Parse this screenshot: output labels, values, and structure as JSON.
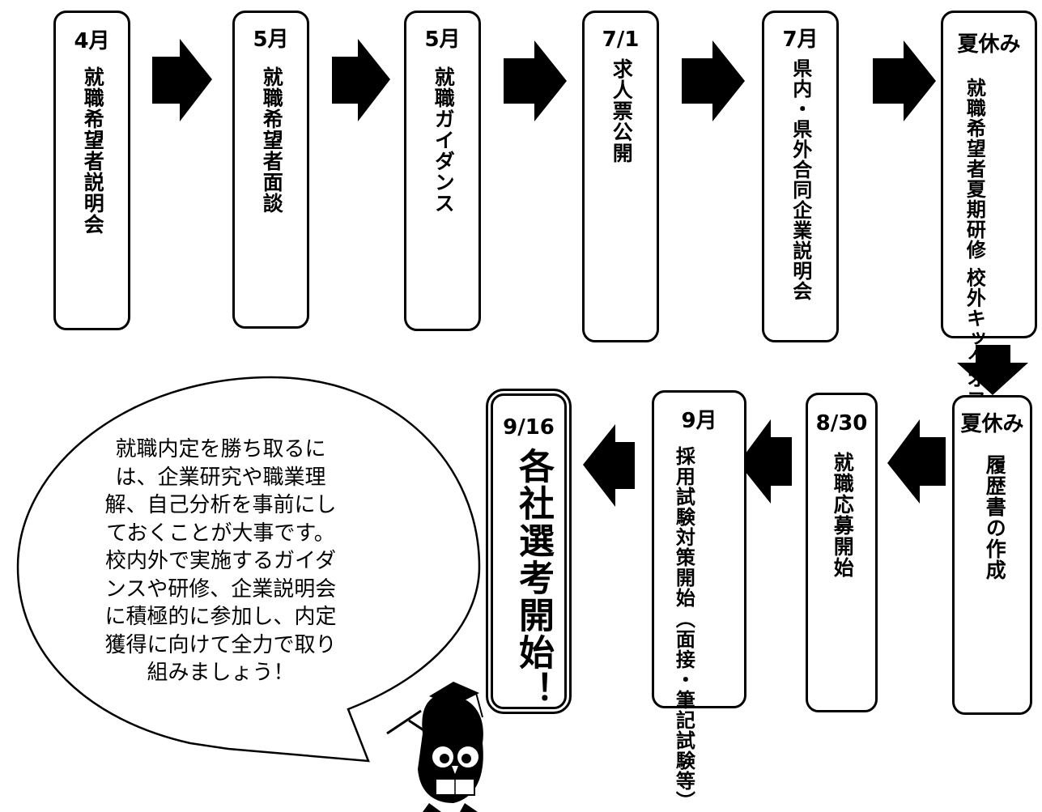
{
  "steps": [
    {
      "when": "4月",
      "text": [
        "就職希望者説明会"
      ]
    },
    {
      "when": "5月",
      "text": [
        "就職希望者面談"
      ]
    },
    {
      "when": "5月",
      "text": [
        "就職ガイダンス"
      ]
    },
    {
      "when": "7/1",
      "text": [
        "求人票公開"
      ]
    },
    {
      "when": "7月",
      "text": [
        "県内・県外合同企業説明会"
      ]
    },
    {
      "when": "夏休み",
      "text": [
        "就職希望者夏期研修",
        "校外キックオフ研修"
      ]
    },
    {
      "when": "夏休み",
      "text": [
        "履歴書の作成"
      ]
    },
    {
      "when": "8/30",
      "text": [
        "就職応募開始"
      ]
    },
    {
      "when": "9月",
      "text": [
        "採用試験対策開始",
        "（面接・筆記試験等）"
      ]
    },
    {
      "when": "9/16",
      "text": [
        "各社選考開始！"
      ]
    }
  ],
  "speech_bubble": {
    "lines": [
      "就職内定を勝ち取るに",
      "は、企業研究や職業理",
      "解、自己分析を事前にし",
      "ておくことが大事です。",
      "校内外で実施するガイダ",
      "ンスや研修、企業説明会",
      "に積極的に参加し、内定",
      "獲得に向けて全力で取り",
      "組みましょう！"
    ]
  },
  "icons": {
    "arrow": "arrow-icon",
    "mascot": "owl-mascot-icon"
  },
  "colors": {
    "ink": "#000000",
    "paper": "#ffffff"
  }
}
